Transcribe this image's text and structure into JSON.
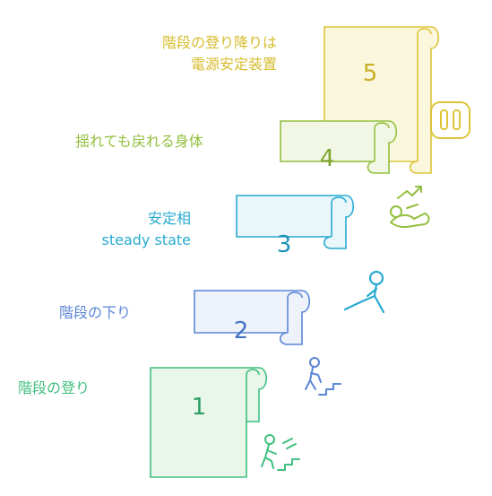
{
  "steps": [
    {
      "number": "1",
      "label": "階段の登り",
      "color": "#3fbf7f",
      "fill": "#e8f7ea",
      "icon": "person-climbing-stairs-icon"
    },
    {
      "number": "2",
      "label": "階段の下り",
      "color": "#5b86d6",
      "fill": "#eef2fb",
      "icon": "person-descending-stairs-icon"
    },
    {
      "number": "3",
      "label_line1": "安定相",
      "label_line2": "steady state",
      "color": "#29aad0",
      "fill": "#e9f7fb",
      "icon": "person-lunge-icon"
    },
    {
      "number": "4",
      "label": "揺れても戻れる身体",
      "color": "#93bf3e",
      "fill": "#f1f7e4",
      "icon": "body-rebound-icon"
    },
    {
      "number": "5",
      "label_line1": "階段の登り降りは",
      "label_line2": "電源安定装置",
      "color": "#ddc53a",
      "fill": "#fbf7dc",
      "icon": "power-outlet-icon"
    }
  ]
}
